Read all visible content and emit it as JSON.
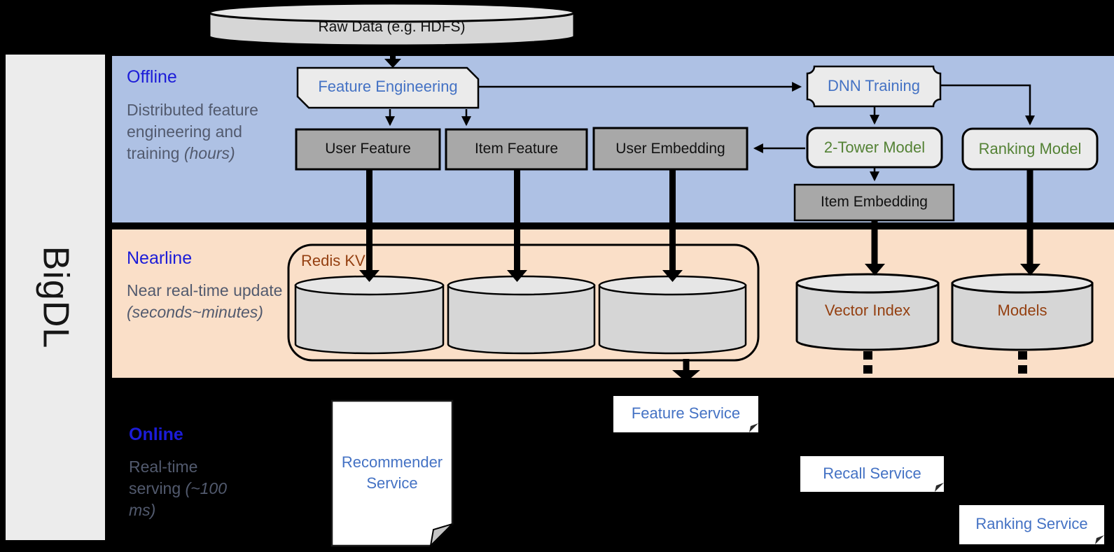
{
  "brand": {
    "label": "BigDL"
  },
  "data_source": {
    "label": "Raw Data (e.g. HDFS)"
  },
  "sections": {
    "offline": {
      "title": "Offline",
      "desc": "Distributed feature engineering and training",
      "desc_note": "(hours)"
    },
    "nearline": {
      "title": "Nearline",
      "desc": "Near real-time update",
      "desc_note": "(seconds~minutes)"
    },
    "online": {
      "title": "Online",
      "desc": "Real-time serving",
      "desc_note": "(~100 ms)"
    }
  },
  "offline_nodes": {
    "feature_engineering": "Feature Engineering",
    "dnn_training": "DNN Training",
    "user_feature": "User Feature",
    "item_feature": "Item Feature",
    "user_embedding": "User Embedding",
    "two_tower_model": "2-Tower Model",
    "ranking_model": "Ranking Model",
    "item_embedding": "Item Embedding"
  },
  "nearline_nodes": {
    "redis_kv": "Redis KV",
    "vector_index": "Vector Index",
    "models": "Models"
  },
  "online_nodes": {
    "recommender_service": "Recommender Service",
    "feature_service": "Feature Service",
    "recall_service": "Recall Service",
    "ranking_service": "Ranking Service"
  },
  "colors": {
    "background": "#000000",
    "sidebar_gray": "#ececec",
    "offline_band": "#aec1e4",
    "nearline_band": "#fadfc8",
    "section_title_blue": "#1c1cd8",
    "section_desc_gray": "#525a6e",
    "node_text_blue": "#4472c4",
    "node_text_green": "#548235",
    "node_text_brown": "#943f10",
    "gray_box_fill": "#a8a8a8",
    "light_box_fill": "#ebebeb",
    "cylinder_fill": "#d6d6d6",
    "service_box_fill": "#ffffff"
  }
}
